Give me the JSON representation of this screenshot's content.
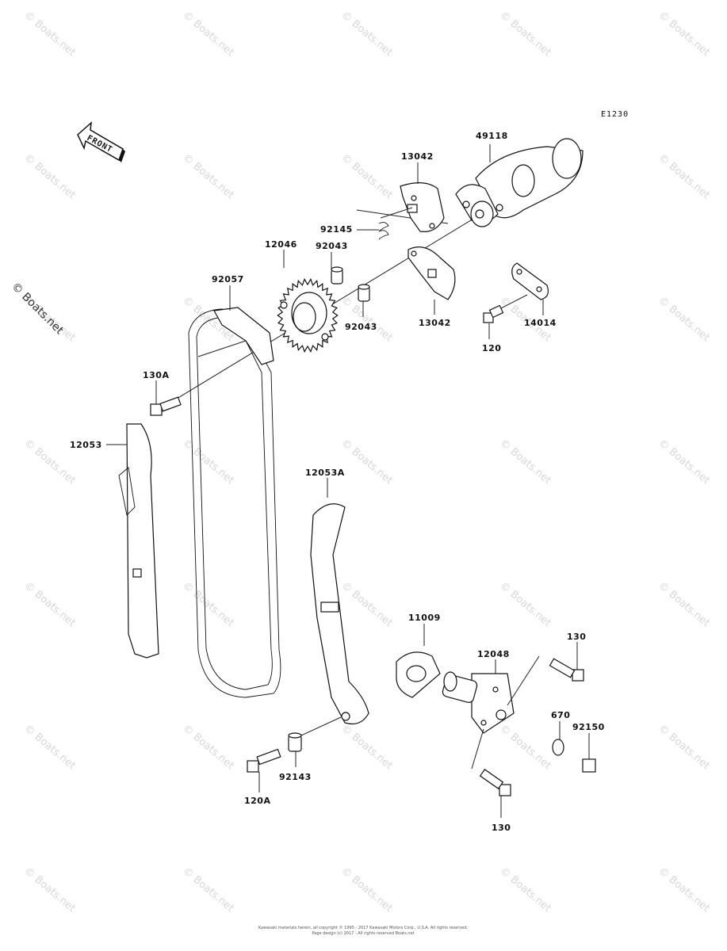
{
  "diagram_code": "E1230",
  "front_label": "FRONT",
  "side_watermark": "© Boats.net",
  "watermark_text": "© Boats.net",
  "copyright_line1": "Kawasaki materials herein, all copyright © 1995 - 2017 Kawasaki Motors Corp., U.S.A. All rights reserved.",
  "copyright_line2": "Page design (c) 2017 - All rights reserved Boats.net",
  "labels": {
    "p49118": "49118",
    "p13042_top": "13042",
    "p92145": "92145",
    "p12046": "12046",
    "p92043_top": "92043",
    "p92057": "92057",
    "p13042_bottom": "13042",
    "p14014": "14014",
    "p92043_bottom": "92043",
    "p120": "120",
    "p130A": "130A",
    "p12053": "12053",
    "p12053A": "12053A",
    "p11009": "11009",
    "p12048": "12048",
    "p130_top": "130",
    "p670": "670",
    "p92150": "92150",
    "p92143": "92143",
    "p120A": "120A",
    "p130_bottom": "130"
  }
}
